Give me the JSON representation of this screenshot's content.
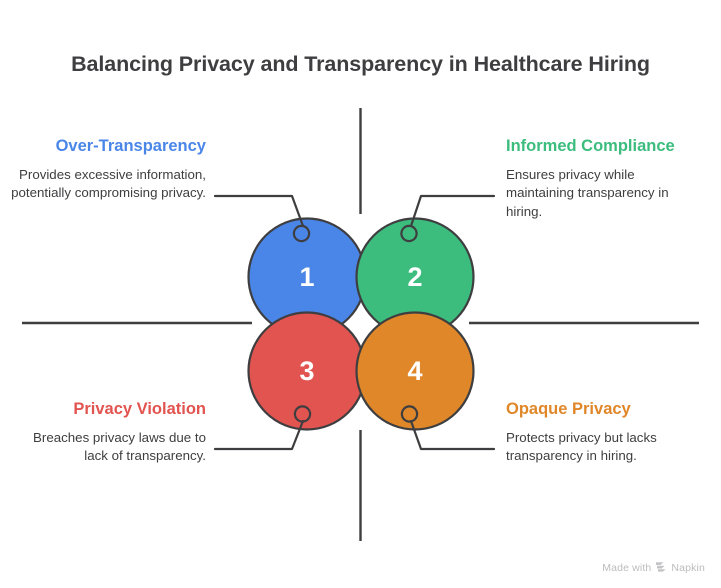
{
  "page": {
    "title": "Balancing Privacy and Transparency in Healthcare Hiring",
    "background_color": "#ffffff",
    "text_color": "#3e3e40"
  },
  "chart_data": {
    "type": "diagram",
    "subtype": "2x2-quadrant-venn",
    "title": "Balancing Privacy and Transparency in Healthcare Hiring",
    "axis": {
      "show_vertical": true,
      "show_horizontal": true,
      "line_color": "#3e3e40"
    },
    "quadrants": [
      {
        "id": 1,
        "number": "1",
        "position": "top-left",
        "label": "Over-Transparency",
        "description": "Provides excessive information, potentially compromising privacy.",
        "color": "#4a86e8"
      },
      {
        "id": 2,
        "number": "2",
        "position": "top-right",
        "label": "Informed Compliance",
        "description": "Ensures privacy while maintaining transparency in hiring.",
        "color": "#3cbd7e"
      },
      {
        "id": 3,
        "number": "3",
        "position": "bottom-left",
        "label": "Privacy Violation",
        "description": "Breaches privacy laws due to lack of transparency.",
        "color": "#e25450"
      },
      {
        "id": 4,
        "number": "4",
        "position": "bottom-right",
        "label": "Opaque Privacy",
        "description": "Protects privacy but lacks transparency in hiring.",
        "color": "#df8729"
      }
    ]
  },
  "watermark": {
    "text_before": "Made with",
    "logo_icon": "napkin-logo-icon",
    "brand": "Napkin"
  }
}
